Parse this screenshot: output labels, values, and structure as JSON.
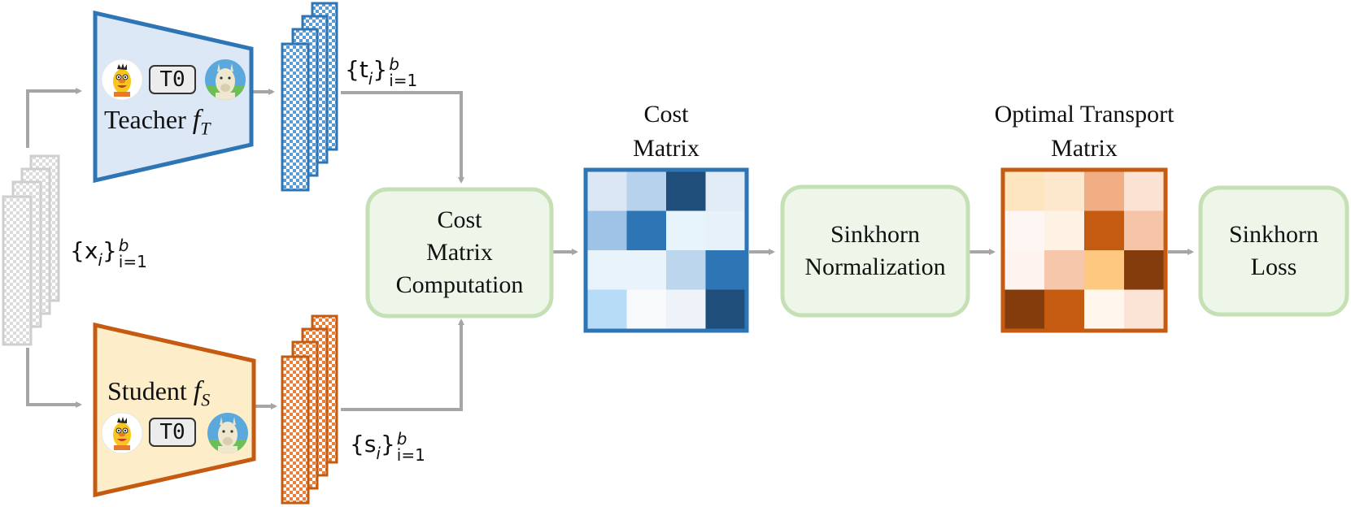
{
  "teacher": {
    "label": "Teacher",
    "fn": "f",
    "fn_sub": "T",
    "badge": "T0",
    "output_set": "{t",
    "output_sub": "i",
    "output_close": "}",
    "output_sup": "b",
    "output_range": "i=1",
    "color": "#3a7bc0",
    "fill": "#dce8f5"
  },
  "student": {
    "label": "Student",
    "fn": "f",
    "fn_sub": "S",
    "badge": "T0",
    "output_set": "{s",
    "output_sub": "i",
    "output_close": "}",
    "output_sup": "b",
    "output_range": "i=1",
    "color": "#d2651f",
    "fill": "#fdeec9"
  },
  "input": {
    "set": "{x",
    "sub": "i",
    "close": "}",
    "sup": "b",
    "range": "i=1"
  },
  "cost_computation": {
    "lines": [
      "Cost",
      "Matrix",
      "Computation"
    ]
  },
  "cost_matrix": {
    "title_lines": [
      "Cost",
      "Matrix"
    ],
    "cells": [
      [
        "#dbe7f4",
        "#b7d2ec",
        "#1f4e7a",
        "#e2ecf7"
      ],
      [
        "#9fc3e7",
        "#2e75b6",
        "#e8f4fc",
        "#e6f1fa"
      ],
      [
        "#e8f3fc",
        "#e8f3fc",
        "#bcd6ee",
        "#2e75b6"
      ],
      [
        "#b6dcf7",
        "#f7f9fb",
        "#eef3fa",
        "#1f4e7a"
      ]
    ]
  },
  "sinkhorn_norm": {
    "lines": [
      "Sinkhorn",
      "Normalization"
    ]
  },
  "ot_matrix": {
    "title_lines": [
      "Optimal Transport",
      "Matrix"
    ],
    "cells": [
      [
        "#fde5c0",
        "#fde8cd",
        "#f1ad84",
        "#fbe2d3"
      ],
      [
        "#fef6f2",
        "#fdf2e4",
        "#c55a11",
        "#f6c4a6"
      ],
      [
        "#fef3ee",
        "#f6c7ab",
        "#fec880",
        "#843c0c"
      ],
      [
        "#843c0c",
        "#c55a11",
        "#fff7ee",
        "#fbe4d6"
      ]
    ]
  },
  "sinkhorn_loss": {
    "lines": [
      "Sinkhorn",
      "Loss"
    ]
  },
  "colors": {
    "arrow": "#a6a6a6",
    "green_border": "#c5e0b4",
    "green_fill": "#eef6ea"
  }
}
